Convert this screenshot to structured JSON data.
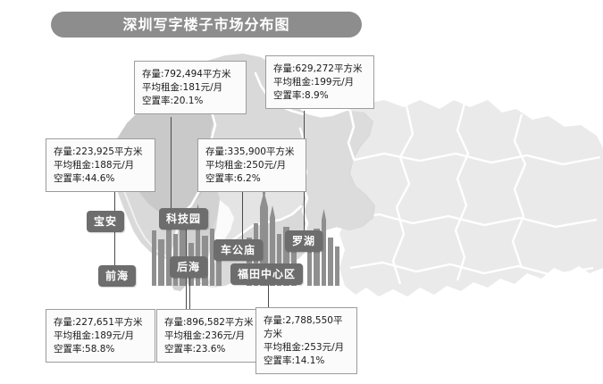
{
  "header": {
    "title": "深圳写字楼子市场分布图"
  },
  "chart_data": {
    "type": "map",
    "title": "深圳写字楼子市场分布图",
    "metric_labels": {
      "stock": "存量",
      "rent": "平均租金",
      "vacancy": "空置率"
    },
    "units": {
      "area": "平方米",
      "rent": "元/月",
      "vacancy": "%"
    },
    "regions": [
      {
        "name": "宝安",
        "stock": "792,494",
        "rent": "181",
        "vacancy": "20.1"
      },
      {
        "name": "罗湖",
        "stock": "629,272",
        "rent": "199",
        "vacancy": "8.9"
      },
      {
        "name": "前海",
        "stock": "223,925",
        "rent": "188",
        "vacancy": "44.6"
      },
      {
        "name": "车公庙",
        "stock": "335,900",
        "rent": "250",
        "vacancy": "6.2"
      },
      {
        "name": "科技园",
        "stock": "227,651",
        "rent": "189",
        "vacancy": "58.8"
      },
      {
        "name": "后海",
        "stock": "896,582",
        "rent": "236",
        "vacancy": "23.6"
      },
      {
        "name": "福田中心区",
        "stock": "2,788,550",
        "rent": "253",
        "vacancy": "14.1"
      }
    ]
  },
  "callouts": [
    {
      "id": "callout-baoan",
      "line1": "存量:792,494平方米",
      "line2": "平均租金:181元/月",
      "line3": "空置率:20.1%"
    },
    {
      "id": "callout-luohu",
      "line1": "存量:629,272平方米",
      "line2": "平均租金:199元/月",
      "line3": "空置率:8.9%"
    },
    {
      "id": "callout-qianhai",
      "line1": "存量:223,925平方米",
      "line2": "平均租金:188元/月",
      "line3": "空置率:44.6%"
    },
    {
      "id": "callout-chegongmiao",
      "line1": "存量:335,900平方米",
      "line2": "平均租金:250元/月",
      "line3": "空置率:6.2%"
    },
    {
      "id": "callout-kejiyuan",
      "line1": "存量:227,651平方米",
      "line2": "平均租金:189元/月",
      "line3": "空置率:58.8%"
    },
    {
      "id": "callout-houhai",
      "line1": "存量:896,582平方米",
      "line2": "平均租金:236元/月",
      "line3": "空置率:23.6%"
    },
    {
      "id": "callout-futian",
      "line1": "存量:2,788,550平",
      "line1b": "方米",
      "line2": "平均租金:253元/月",
      "line3": "空置率:14.1%"
    }
  ],
  "districts": [
    {
      "id": "district-baoan",
      "label": "宝安"
    },
    {
      "id": "district-kejiyuan",
      "label": "科技园"
    },
    {
      "id": "district-chegongmiao",
      "label": "车公庙"
    },
    {
      "id": "district-luohu",
      "label": "罗湖"
    },
    {
      "id": "district-houhai",
      "label": "后海"
    },
    {
      "id": "district-qianhai",
      "label": "前海"
    },
    {
      "id": "district-futian",
      "label": "福田中心区"
    }
  ],
  "colors": {
    "title_bar": "#8d8d8d",
    "map_land": "#e3e3e3",
    "map_land_dark": "#cfcfcf",
    "map_border": "#ffffff",
    "district_pill": "#6d6d6d",
    "callout_border": "#9c9c9c",
    "background": "#ffffff"
  }
}
